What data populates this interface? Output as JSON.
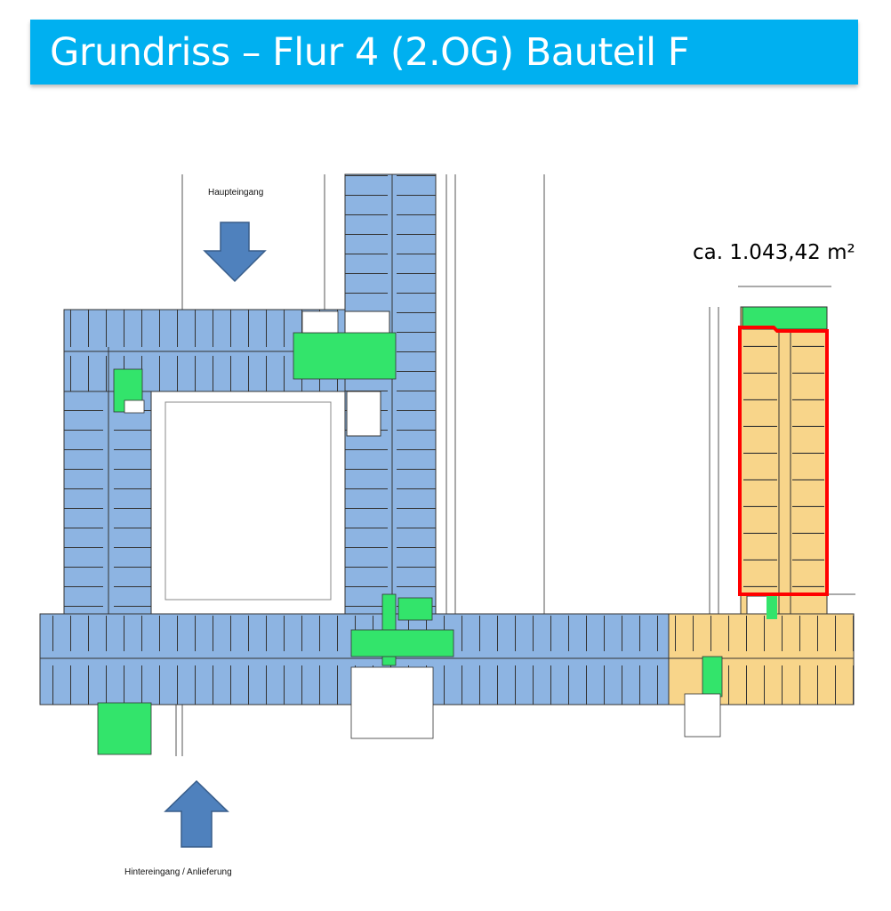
{
  "header": {
    "title": "Grundriss – Flur 4 (2.OG) Bauteil F"
  },
  "labels": {
    "main_entrance": "Haupteingang",
    "rear_entrance": "Hintereingang / Anlieferung",
    "area": "ca. 1.043,42 m²"
  },
  "colors": {
    "header": "#00b0f0",
    "other_tenant_area": "#8db4e2",
    "offered_area": "#f8d58a",
    "common_area": "#33e46b",
    "highlight_border": "#ff0000",
    "arrow": "#4f81bd"
  },
  "icons": {
    "main_entrance": "arrow-down-icon",
    "rear_entrance": "arrow-up-icon"
  }
}
